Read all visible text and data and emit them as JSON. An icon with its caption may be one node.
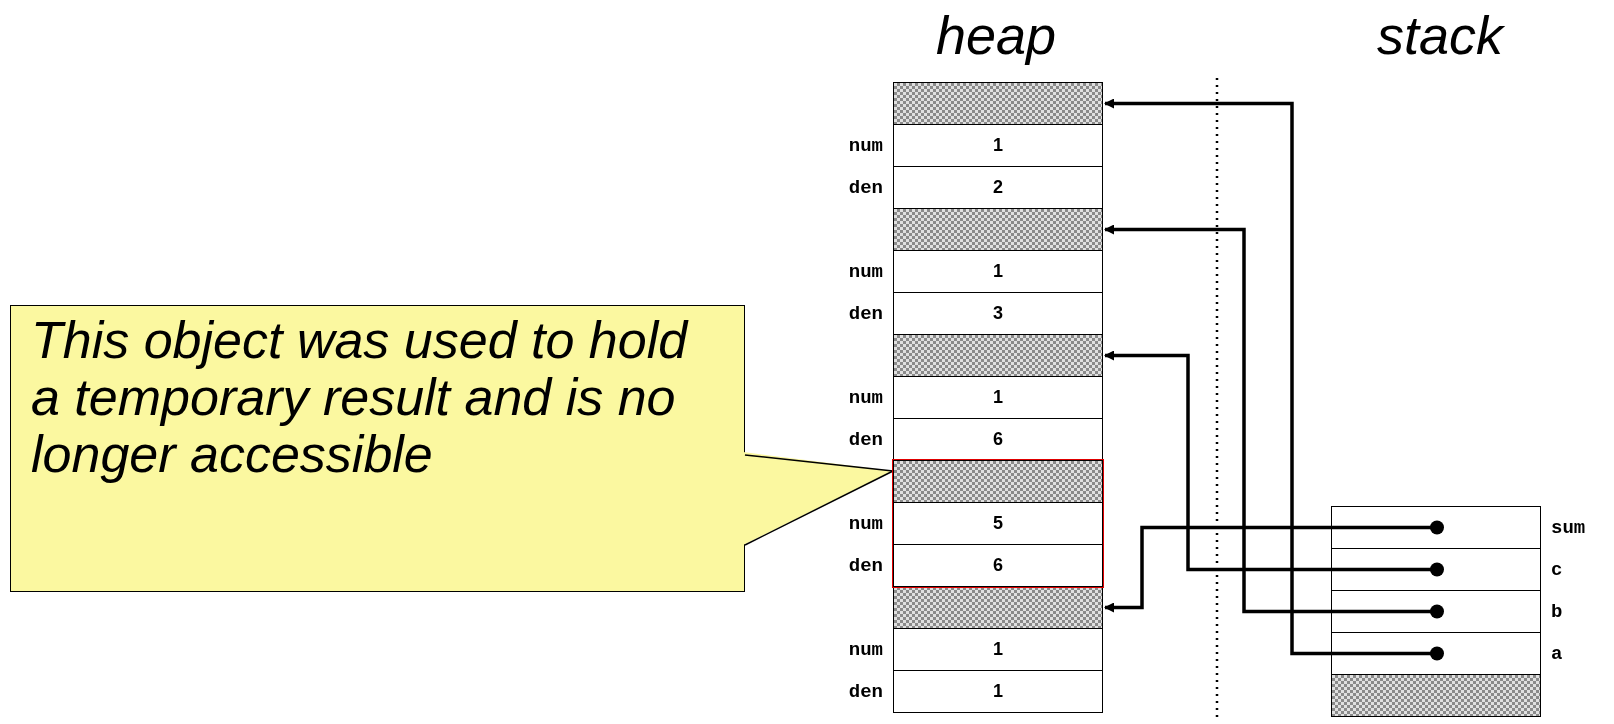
{
  "diagram": {
    "nodes": [
      {
        "text": [],
        "shape": "bar"
      },
      {
        "text": [
          "1"
        ],
        "beside": [
          "num"
        ]
      },
      {
        "text": [
          "2"
        ],
        "beside": [
          "den"
        ]
      },
      {
        "text": [],
        "shape": "bar"
      },
      {
        "text": [
          "1"
        ],
        "beside": [
          "num"
        ]
      },
      {
        "text": [
          "3"
        ],
        "beside": [
          "den"
        ]
      },
      {
        "text": [],
        "shape": "bar"
      },
      {
        "text": [
          "1"
        ],
        "beside": [
          "num"
        ]
      },
      {
        "text": [
          "6"
        ],
        "beside": [
          "den"
        ]
      },
      {
        "text": [],
        "shape": "box"
      },
      {
        "text": [],
        "shape": "bar",
        "in": 9
      },
      {
        "text": [
          "5"
        ],
        "beside": [
          "num"
        ],
        "in": 9
      },
      {
        "text": [
          "6"
        ],
        "beside": [
          "den"
        ],
        "in": 9
      },
      {
        "text": [],
        "shape": "bar"
      },
      {
        "text": [
          "1"
        ],
        "beside": [
          "num"
        ]
      },
      {
        "text": [
          "1"
        ],
        "beside": [
          "den"
        ]
      },
      {
        "text": [
          "This object was used to hold a temporary result and is no longer accessible"
        ]
      },
      {
        "text": [],
        "shape": "box",
        "beside": [
          "sum"
        ]
      },
      {
        "text": [],
        "shape": "box",
        "beside": [
          "c"
        ]
      },
      {
        "text": [],
        "shape": "box",
        "beside": [
          "b"
        ]
      },
      {
        "text": [],
        "shape": "box",
        "beside": [
          "a"
        ]
      },
      {
        "text": [],
        "shape": "bar"
      }
    ],
    "edges": [
      {
        "from": 17,
        "to": 13,
        "arrow": "to"
      },
      {
        "from": 18,
        "to": 6,
        "arrow": "to"
      },
      {
        "from": 19,
        "to": 3,
        "arrow": "to"
      },
      {
        "from": 20,
        "to": 0,
        "arrow": "to"
      },
      {
        "from": 16,
        "to": 9,
        "arrow": "none"
      }
    ],
    "labels": [
      "heap",
      "stack"
    ]
  }
}
